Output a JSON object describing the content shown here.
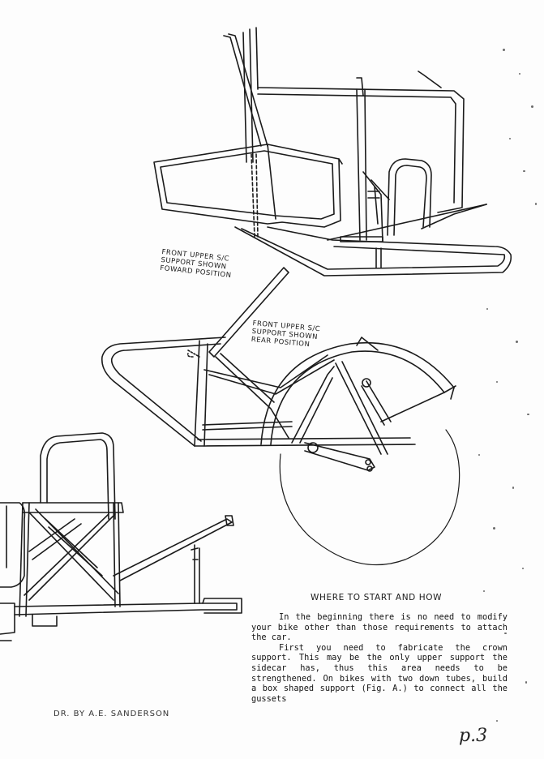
{
  "labels": {
    "front_forward": "FRONT UPPER S/C\nSUPPORT SHOWN\nFOWARD POSITION",
    "front_rear": "FRONT UPPER S/C\nSUPPORT SHOWN\nREAR POSITION"
  },
  "section": {
    "heading": "WHERE TO START AND HOW",
    "paragraphs": [
      "In the beginning there is no need to modify your bike other than those requirements to attach the car.",
      "First you need to fabricate the crown support. This may be the only upper support the sidecar has, thus this area needs to be strengthened. On bikes with two down tubes, build a box shaped support (Fig. A.) to connect all the gussets"
    ]
  },
  "credit": "DR. BY A.E. SANDERSON",
  "page_number": "p.3"
}
